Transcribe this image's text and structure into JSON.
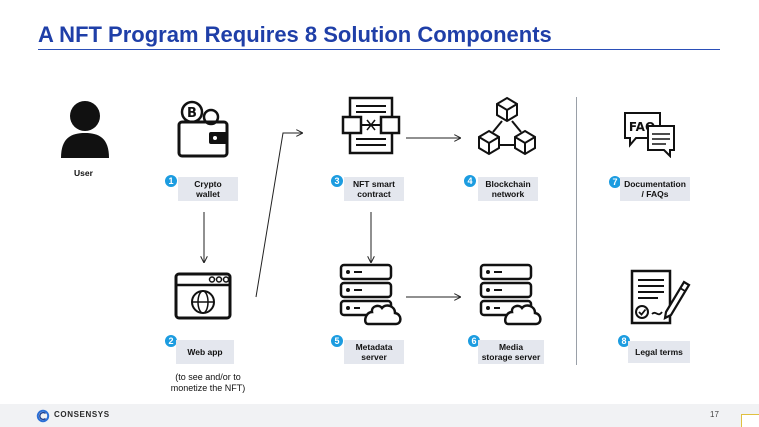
{
  "title": "A NFT Program Requires 8 Solution Components",
  "user": {
    "label": "User"
  },
  "components": [
    {
      "num": "1",
      "label": "Crypto\nwallet",
      "icon": "wallet-icon"
    },
    {
      "num": "2",
      "label": "Web app",
      "icon": "web-app-icon"
    },
    {
      "num": "3",
      "label": "NFT smart\ncontract",
      "icon": "smart-contract-icon"
    },
    {
      "num": "4",
      "label": "Blockchain\nnetwork",
      "icon": "blockchain-icon"
    },
    {
      "num": "5",
      "label": "Metadata\nserver",
      "icon": "server-cloud-icon"
    },
    {
      "num": "6",
      "label": "Media\nstorage server",
      "icon": "server-cloud-icon"
    },
    {
      "num": "7",
      "label": "Documentation\n/ FAQs",
      "icon": "faq-icon"
    },
    {
      "num": "8",
      "label": "Legal terms",
      "icon": "legal-document-icon"
    }
  ],
  "web_app_note": "(to see and/or to\nmonetize the NFT)",
  "faq_icon_text": "FAQ",
  "footer": {
    "brand": "CONSENSYS",
    "page": "17"
  },
  "colors": {
    "title": "#1f3fa8",
    "badge": "#1c9ce0",
    "label_bg": "#e4e7ee"
  }
}
